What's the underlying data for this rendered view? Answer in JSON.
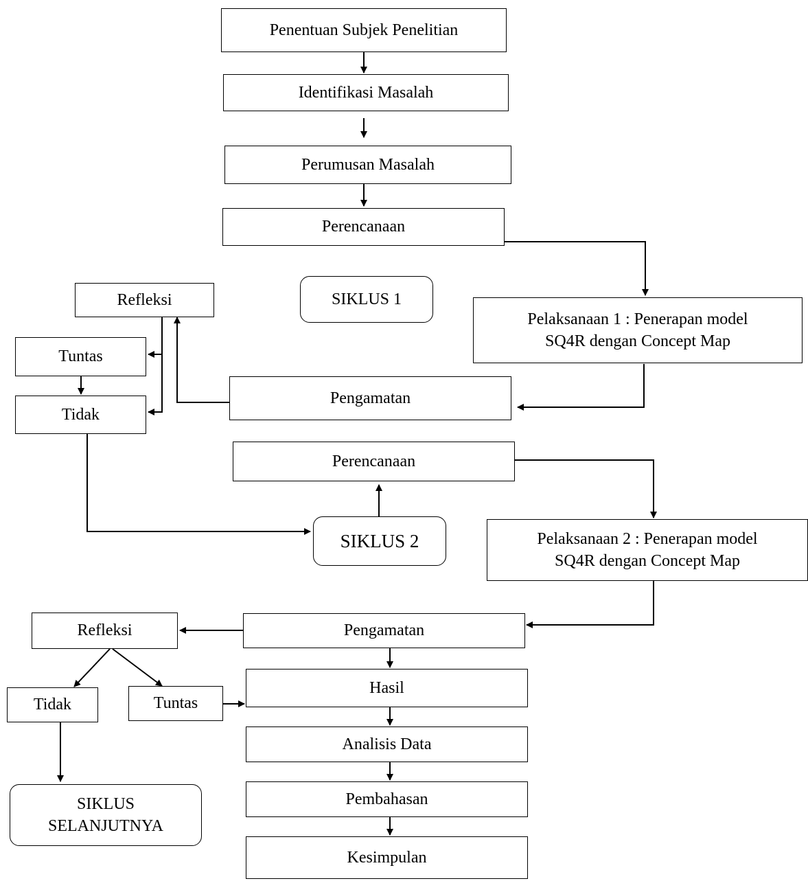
{
  "nodes": {
    "subjek": "Penentuan Subjek Penelitian",
    "identifikasi": "Identifikasi Masalah",
    "perumusan": "Perumusan Masalah",
    "perencanaan1": "Perencanaan",
    "siklus1": "SIKLUS 1",
    "pelaksanaan1_line1": "Pelaksanaan 1 : Penerapan model",
    "pelaksanaan1_line2": "SQ4R dengan Concept Map",
    "refleksi1": "Refleksi",
    "tuntas1": "Tuntas",
    "tidak1": "Tidak",
    "pengamatan1": "Pengamatan",
    "perencanaan2": "Perencanaan",
    "siklus2": "SIKLUS 2",
    "pelaksanaan2_line1": "Pelaksanaan 2 : Penerapan model",
    "pelaksanaan2_line2": "SQ4R dengan Concept Map",
    "refleksi2": "Refleksi",
    "pengamatan2": "Pengamatan",
    "tidak2": "Tidak",
    "tuntas2": "Tuntas",
    "hasil": "Hasil",
    "analisis": "Analisis Data",
    "pembahasan": "Pembahasan",
    "siklus_selanjutnya_line1": "SIKLUS",
    "siklus_selanjutnya_line2": "SELANJUTNYA",
    "kesimpulan": "Kesimpulan"
  },
  "colors": {
    "stroke": "#000000",
    "background": "#ffffff"
  }
}
